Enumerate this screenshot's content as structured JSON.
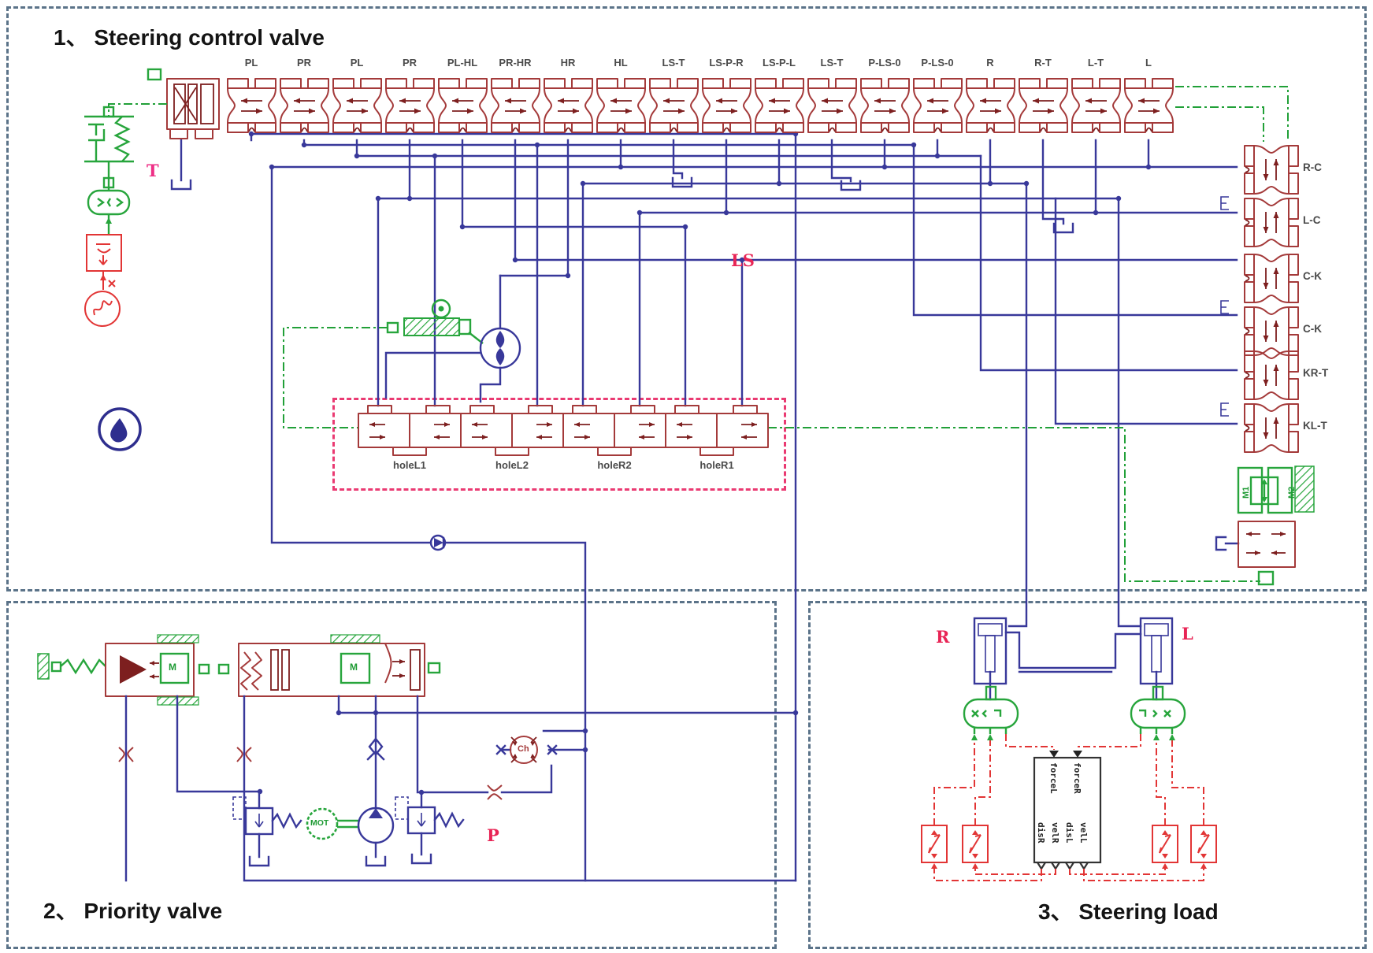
{
  "sections": {
    "one": {
      "title": "1、 Steering control valve"
    },
    "two": {
      "title": "2、 Priority valve"
    },
    "three": {
      "title": "3、 Steering load"
    }
  },
  "valve_row_labels": [
    "PL",
    "PR",
    "PL",
    "PR",
    "PL-HL",
    "PR-HR",
    "HR",
    "HL",
    "LS-T",
    "LS-P-R",
    "LS-P-L",
    "LS-T",
    "P-LS-0",
    "P-LS-0",
    "R",
    "R-T",
    "L-T",
    "L"
  ],
  "right_valve_labels": [
    "R-C",
    "L-C",
    "C-K",
    "C-K",
    "KR-T",
    "KL-T"
  ],
  "ls_block": {
    "label": "LS",
    "holes": [
      "holeL1",
      "holeL2",
      "holeR2",
      "holeR1"
    ]
  },
  "port_labels": {
    "tank": "T",
    "pump": "P",
    "right": "R",
    "left": "L"
  },
  "component_labels": {
    "mass": "M",
    "m1": "M1",
    "m2": "M2",
    "motor": "MOT",
    "chamber": "Ch"
  },
  "load_block": {
    "in_left": "forceL",
    "in_right": "forceR",
    "out1": "disR",
    "out2": "velR",
    "out3": "disL",
    "out4": "velL"
  },
  "colors": {
    "hydraulic_blue": "#38389a",
    "valve_red": "#a43a3a",
    "signal_green": "#27a53c",
    "signal_red": "#e23535",
    "ls_box_pink": "#ea3a72",
    "label_crimson": "#e82455",
    "border_slate": "#5b7389"
  }
}
